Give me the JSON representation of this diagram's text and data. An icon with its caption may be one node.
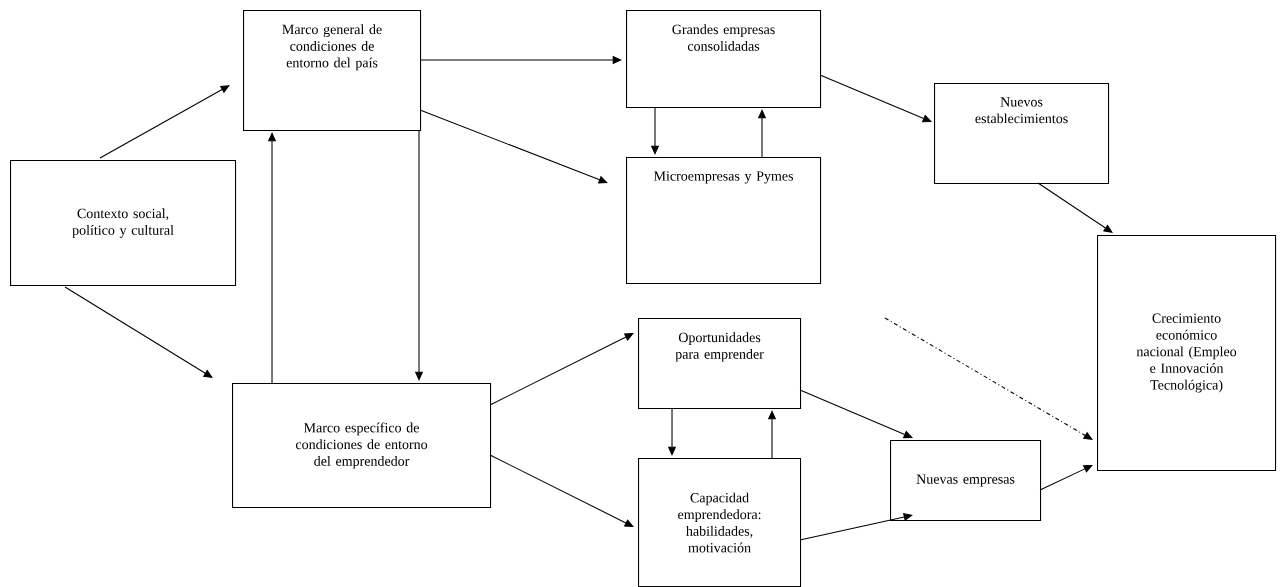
{
  "diagram": {
    "nodes": [
      {
        "text": [
          "Contexto social, político y cultural"
        ]
      },
      {
        "text": [
          "Marco general de condiciones de entorno del país"
        ]
      },
      {
        "text": [
          "Grandes empresas consolidadas"
        ]
      },
      {
        "text": [
          "Nuevos establecimientos"
        ]
      },
      {
        "text": [
          "Microempresas y Pymes"
        ]
      },
      {
        "text": [
          "Crecimiento económico nacional (Empleo e Innovación Tecnológica)"
        ]
      },
      {
        "text": [
          "Marco específico de condiciones de entorno del emprendedor"
        ]
      },
      {
        "text": [
          "Oportunidades para emprender"
        ]
      },
      {
        "text": [
          "Nuevas empresas"
        ]
      },
      {
        "text": [
          "Capacidad emprendedora: habilidades, motivación"
        ]
      }
    ],
    "edges": [
      {
        "from": 0,
        "to": 1,
        "arrow": "to"
      },
      {
        "from": 0,
        "to": 6,
        "arrow": "to"
      },
      {
        "from": 6,
        "to": 1,
        "arrow": "to"
      },
      {
        "from": 1,
        "to": 6,
        "arrow": "to"
      },
      {
        "from": 1,
        "to": 2,
        "arrow": "to"
      },
      {
        "from": 1,
        "to": 4,
        "arrow": "to"
      },
      {
        "from": 2,
        "to": 4,
        "arrow": "to"
      },
      {
        "from": 4,
        "to": 2,
        "arrow": "to"
      },
      {
        "from": 2,
        "to": 3,
        "arrow": "to"
      },
      {
        "from": 3,
        "to": 5,
        "arrow": "to"
      },
      {
        "from": 4,
        "to": 5,
        "arrow": "to",
        "style": "dashed"
      },
      {
        "from": 6,
        "to": 7,
        "arrow": "to"
      },
      {
        "from": 6,
        "to": 9,
        "arrow": "to"
      },
      {
        "from": 7,
        "to": 9,
        "arrow": "to"
      },
      {
        "from": 9,
        "to": 7,
        "arrow": "to"
      },
      {
        "from": 7,
        "to": 8,
        "arrow": "to"
      },
      {
        "from": 9,
        "to": 8,
        "arrow": "to"
      },
      {
        "from": 8,
        "to": 5,
        "arrow": "to"
      }
    ]
  }
}
